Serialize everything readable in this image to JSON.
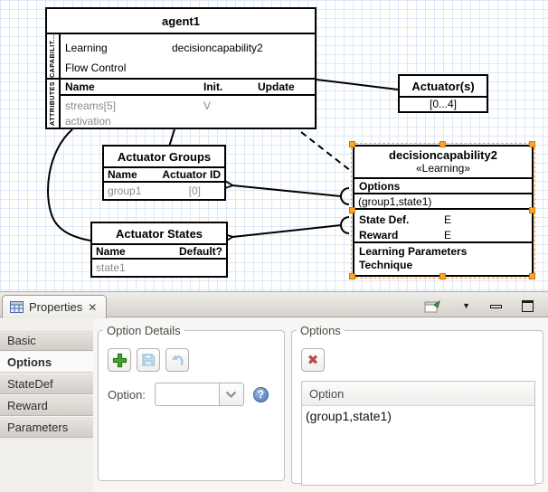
{
  "diagram": {
    "agent1": {
      "title": "agent1",
      "side_capabilities_label": "CAPABILIT...",
      "side_attributes_label": "ATTRIBUTES",
      "cap_rows": [
        {
          "name": "Learning",
          "value": "decisioncapability2"
        },
        {
          "name": "Flow Control",
          "value": ""
        }
      ],
      "attr_headers": [
        "Name",
        "Init.",
        "Update"
      ],
      "attr_rows": [
        {
          "name": "streams[5]",
          "init": "V",
          "update": ""
        },
        {
          "name": "activation",
          "init": "",
          "update": ""
        }
      ]
    },
    "actuators": {
      "title": "Actuator(s)",
      "value": "[0...4]"
    },
    "groups": {
      "title": "Actuator Groups",
      "header_name": "Name",
      "header_id": "Actuator ID",
      "rows": [
        {
          "name": "group1",
          "id": "[0]"
        }
      ]
    },
    "states": {
      "title": "Actuator States",
      "header_name": "Name",
      "header_default": "Default?",
      "rows": [
        {
          "name": "state1",
          "default": ""
        }
      ]
    },
    "dc2": {
      "title": "decisioncapability2",
      "stereotype": "«Learning»",
      "options_header": "Options",
      "option_value": "(group1,state1)",
      "fields": [
        {
          "name": "State Def.",
          "value": "E"
        },
        {
          "name": "Reward",
          "value": "E"
        }
      ],
      "sections": [
        "Learning Parameters",
        "Technique"
      ]
    },
    "selection_color": "#ffa322"
  },
  "properties": {
    "tab_title": "Properties",
    "close_glyph": "✕",
    "menu_glyph": "▼",
    "side_tabs": [
      {
        "label": "Basic",
        "selected": false
      },
      {
        "label": "Options",
        "selected": true
      },
      {
        "label": "StateDef",
        "selected": false
      },
      {
        "label": "Reward",
        "selected": false
      },
      {
        "label": "Parameters",
        "selected": false
      }
    ],
    "option_details": {
      "legend": "Option Details",
      "option_label": "Option:",
      "combo_value": "",
      "help_glyph": "?"
    },
    "options": {
      "legend": "Options",
      "delete_glyph": "✖",
      "table_header": "Option",
      "rows": [
        "(group1,state1)"
      ]
    }
  }
}
